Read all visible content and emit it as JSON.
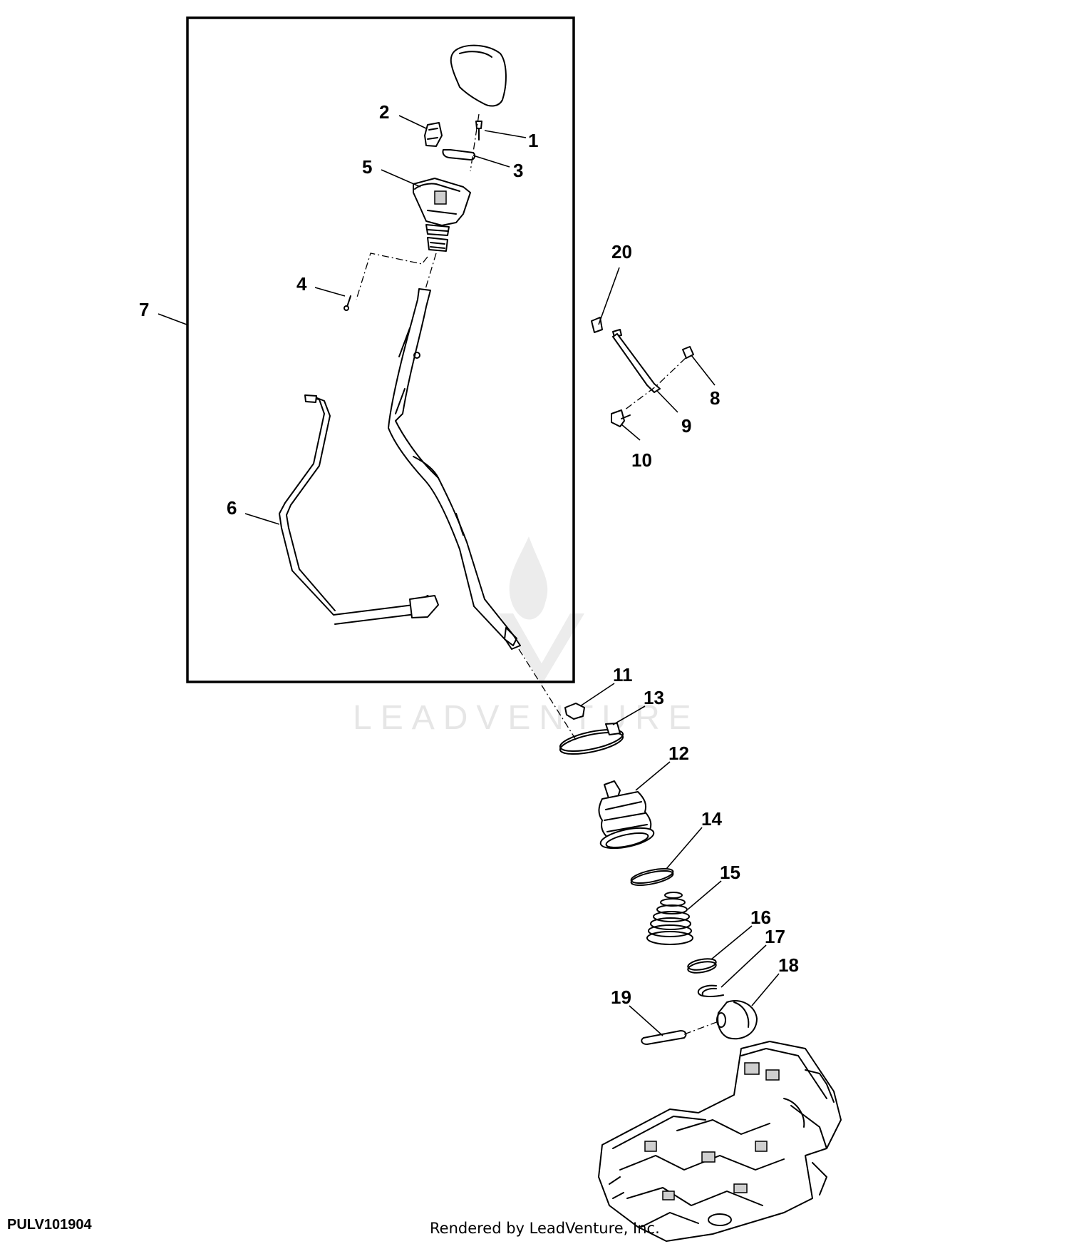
{
  "figure_code": "PULV101904",
  "render_credit": "Rendered by LeadVenture, Inc.",
  "watermark": "LEADVENTURE",
  "callouts": [
    "1",
    "2",
    "3",
    "4",
    "5",
    "6",
    "7",
    "8",
    "9",
    "10",
    "11",
    "12",
    "13",
    "14",
    "15",
    "16",
    "17",
    "18",
    "19",
    "20"
  ],
  "colors": {
    "line": "#000000",
    "watermark": "#e6e6e6",
    "background": "#ffffff"
  }
}
